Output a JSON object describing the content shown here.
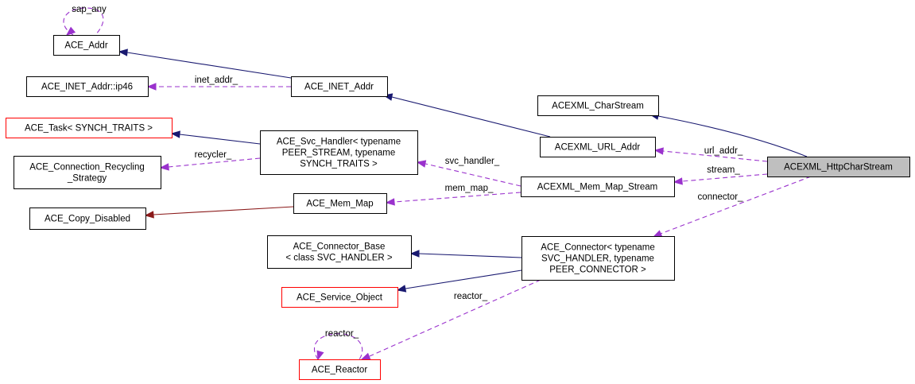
{
  "diagram": {
    "colors": {
      "inherit": "#191970",
      "member": "#9a32cd",
      "private_inherit": "#8b1a1a",
      "node_border": "#000000",
      "undocumented_border": "#ff0000",
      "focus_fill": "#bfbfbf"
    },
    "nodes": [
      {
        "id": "ace_addr",
        "lines": [
          "ACE_Addr"
        ]
      },
      {
        "id": "ip46",
        "lines": [
          "ACE_INET_Addr::ip46"
        ]
      },
      {
        "id": "inet_addr",
        "lines": [
          "ACE_INET_Addr"
        ]
      },
      {
        "id": "task",
        "lines": [
          "ACE_Task< SYNCH_TRAITS >"
        ],
        "style": "red"
      },
      {
        "id": "recycling",
        "lines": [
          "ACE_Connection_Recycling",
          "_Strategy"
        ]
      },
      {
        "id": "svc_handler",
        "lines": [
          "ACE_Svc_Handler< typename",
          "PEER_STREAM, typename",
          "SYNCH_TRAITS >"
        ]
      },
      {
        "id": "charstream",
        "lines": [
          "ACEXML_CharStream"
        ]
      },
      {
        "id": "url_addr",
        "lines": [
          "ACEXML_URL_Addr"
        ]
      },
      {
        "id": "http",
        "lines": [
          "ACEXML_HttpCharStream"
        ],
        "style": "focus"
      },
      {
        "id": "mem_map_stream",
        "lines": [
          "ACEXML_Mem_Map_Stream"
        ]
      },
      {
        "id": "mem_map",
        "lines": [
          "ACE_Mem_Map"
        ]
      },
      {
        "id": "copy_disabled",
        "lines": [
          "ACE_Copy_Disabled"
        ]
      },
      {
        "id": "connector_base",
        "lines": [
          "ACE_Connector_Base",
          "< class SVC_HANDLER >"
        ]
      },
      {
        "id": "connector",
        "lines": [
          "ACE_Connector< typename",
          "SVC_HANDLER, typename",
          "PEER_CONNECTOR >"
        ]
      },
      {
        "id": "service_object",
        "lines": [
          "ACE_Service_Object"
        ],
        "style": "red"
      },
      {
        "id": "reactor",
        "lines": [
          "ACE_Reactor"
        ],
        "style": "red"
      }
    ],
    "edges": [
      {
        "id": "e1",
        "from": "ace_addr",
        "to": "ace_addr",
        "kind": "member",
        "label": "sap_any"
      },
      {
        "id": "e2",
        "from": "inet_addr",
        "to": "ace_addr",
        "kind": "inherit",
        "label": ""
      },
      {
        "id": "e3",
        "from": "inet_addr",
        "to": "ip46",
        "kind": "member",
        "label": "inet_addr_"
      },
      {
        "id": "e4",
        "from": "url_addr",
        "to": "inet_addr",
        "kind": "inherit",
        "label": ""
      },
      {
        "id": "e5",
        "from": "http",
        "to": "charstream",
        "kind": "inherit",
        "label": ""
      },
      {
        "id": "e6",
        "from": "svc_handler",
        "to": "task",
        "kind": "inherit",
        "label": ""
      },
      {
        "id": "e7",
        "from": "svc_handler",
        "to": "recycling",
        "kind": "member",
        "label": "recycler_"
      },
      {
        "id": "e8",
        "from": "mem_map_stream",
        "to": "svc_handler",
        "kind": "member",
        "label": "svc_handler_"
      },
      {
        "id": "e9",
        "from": "mem_map_stream",
        "to": "mem_map",
        "kind": "member",
        "label": "mem_map_"
      },
      {
        "id": "e10",
        "from": "mem_map",
        "to": "copy_disabled",
        "kind": "private_inherit",
        "label": ""
      },
      {
        "id": "e11",
        "from": "http",
        "to": "url_addr",
        "kind": "member",
        "label": "url_addr_"
      },
      {
        "id": "e12",
        "from": "http",
        "to": "mem_map_stream",
        "kind": "member",
        "label": "stream_"
      },
      {
        "id": "e13",
        "from": "http",
        "to": "connector",
        "kind": "member",
        "label": "connector_"
      },
      {
        "id": "e14",
        "from": "connector",
        "to": "connector_base",
        "kind": "inherit",
        "label": ""
      },
      {
        "id": "e15",
        "from": "connector",
        "to": "service_object",
        "kind": "inherit",
        "label": ""
      },
      {
        "id": "e16",
        "from": "connector",
        "to": "reactor",
        "kind": "member",
        "label": "reactor_"
      },
      {
        "id": "e17",
        "from": "reactor",
        "to": "reactor",
        "kind": "member",
        "label": "reactor_"
      }
    ]
  }
}
